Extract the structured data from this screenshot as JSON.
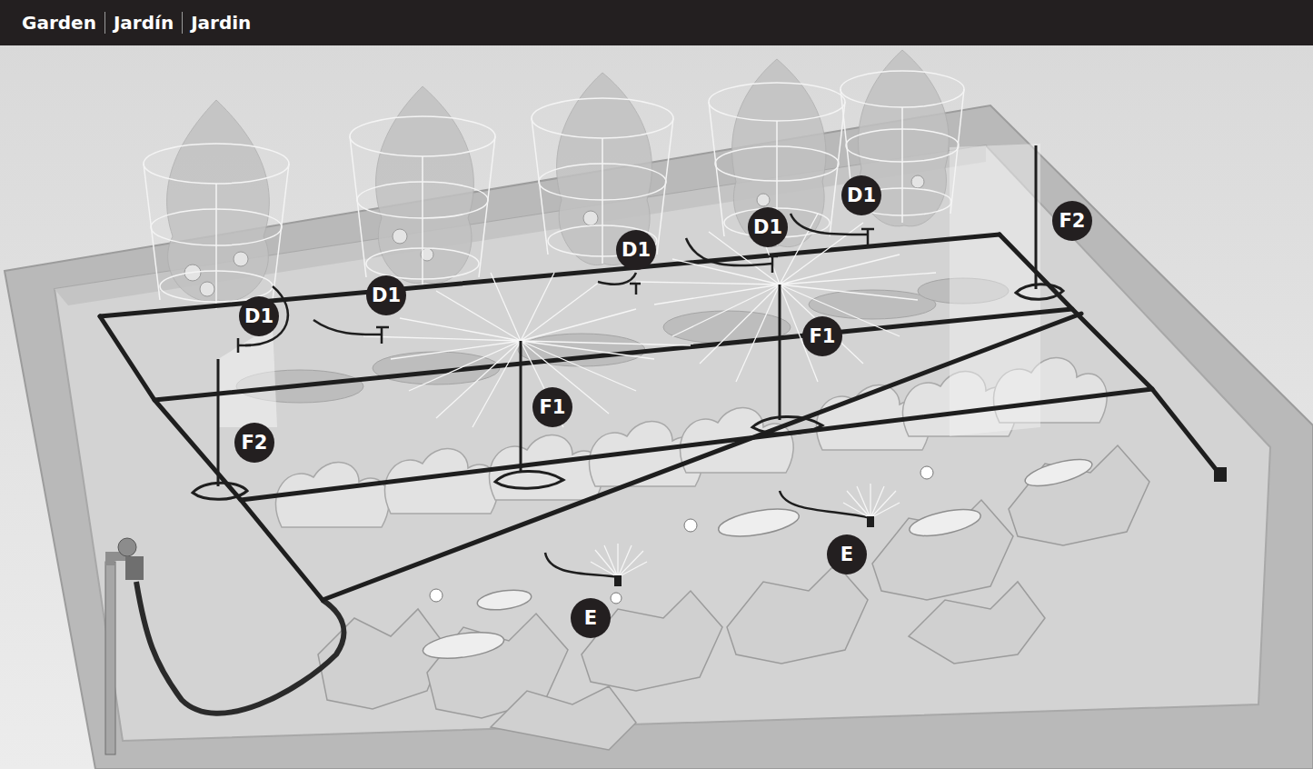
{
  "diagram": {
    "title": "Garden",
    "labels": [
      "Jardín",
      "Jardin",
      "D1",
      "F2",
      "D1",
      "D1",
      "D1",
      "D1",
      "F1",
      "F1",
      "F2",
      "E",
      "E"
    ]
  }
}
